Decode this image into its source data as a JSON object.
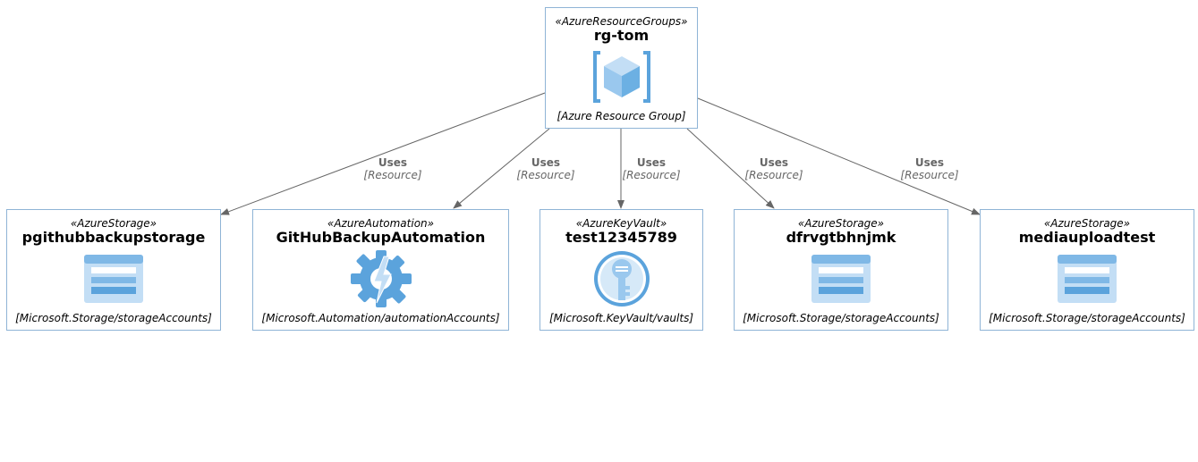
{
  "colors": {
    "node_border": "#8fb4d6",
    "edge": "#666666",
    "icon_blue": "#5ba3dc",
    "icon_light": "#c3def5"
  },
  "nodes": [
    {
      "id": "rg",
      "stereotype": "«AzureResourceGroups»",
      "name": "rg-tom",
      "type": "[Azure Resource Group]",
      "icon": "resource-group-icon"
    },
    {
      "id": "s1",
      "stereotype": "«AzureStorage»",
      "name": "pgithubbackupstorage",
      "type": "[Microsoft.Storage/storageAccounts]",
      "icon": "storage-icon"
    },
    {
      "id": "auto",
      "stereotype": "«AzureAutomation»",
      "name": "GitHubBackupAutomation",
      "type": "[Microsoft.Automation/automationAccounts]",
      "icon": "automation-icon"
    },
    {
      "id": "kv",
      "stereotype": "«AzureKeyVault»",
      "name": "test12345789",
      "type": "[Microsoft.KeyVault/vaults]",
      "icon": "key-vault-icon"
    },
    {
      "id": "s2",
      "stereotype": "«AzureStorage»",
      "name": "dfrvgtbhnjmk",
      "type": "[Microsoft.Storage/storageAccounts]",
      "icon": "storage-icon"
    },
    {
      "id": "s3",
      "stereotype": "«AzureStorage»",
      "name": "mediauploadtest",
      "type": "[Microsoft.Storage/storageAccounts]",
      "icon": "storage-icon"
    }
  ],
  "edges": [
    {
      "from": "rg",
      "to": "s1",
      "label": "Uses",
      "technology": "[Resource]"
    },
    {
      "from": "rg",
      "to": "auto",
      "label": "Uses",
      "technology": "[Resource]"
    },
    {
      "from": "rg",
      "to": "kv",
      "label": "Uses",
      "technology": "[Resource]"
    },
    {
      "from": "rg",
      "to": "s2",
      "label": "Uses",
      "technology": "[Resource]"
    },
    {
      "from": "rg",
      "to": "s3",
      "label": "Uses",
      "technology": "[Resource]"
    }
  ]
}
